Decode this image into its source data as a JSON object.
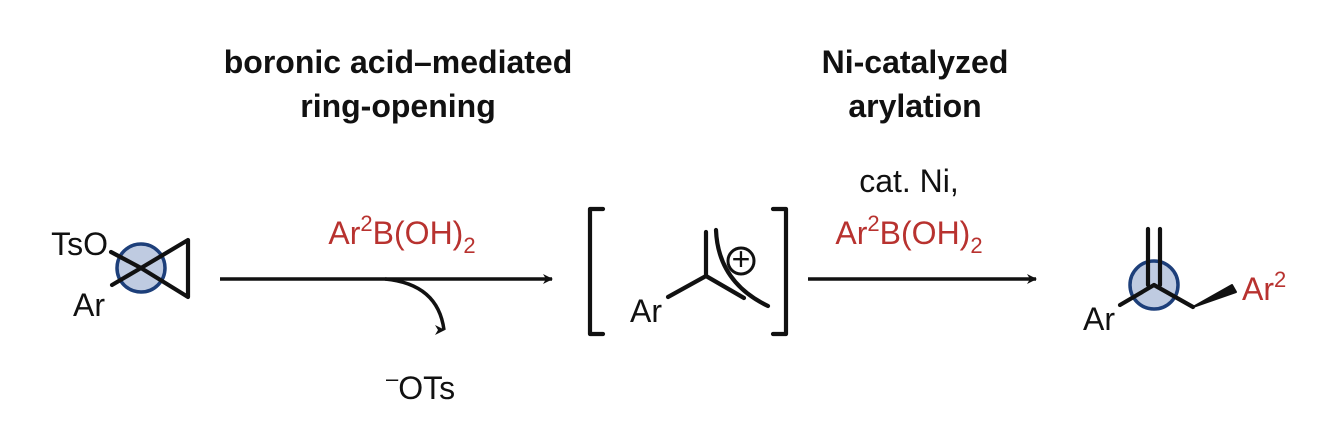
{
  "step1": {
    "title_line1": "boronic acid–mediated",
    "title_line2": "ring-opening",
    "reagent": {
      "base": "Ar",
      "sup": "2",
      "mid": "B(OH)",
      "sub": "2"
    },
    "byproduct": {
      "sup": "–",
      "base": "OTs"
    }
  },
  "step2": {
    "title_line1": "Ni-catalyzed",
    "title_line2": "arylation",
    "conditions": "cat. Ni,",
    "reagent": {
      "base": "Ar",
      "sup": "2",
      "mid": "B(OH)",
      "sub": "2"
    }
  },
  "start": {
    "leaving_group": "TsO",
    "aryl": "Ar"
  },
  "intermediate": {
    "aryl": "Ar",
    "charge": "+"
  },
  "product": {
    "aryl": "Ar",
    "aryl2": {
      "base": "Ar",
      "sup": "2"
    }
  },
  "colors": {
    "reagent_red": "#b8322f",
    "marker_fill": "#b4c2dc",
    "marker_stroke": "#1d3f7a"
  }
}
